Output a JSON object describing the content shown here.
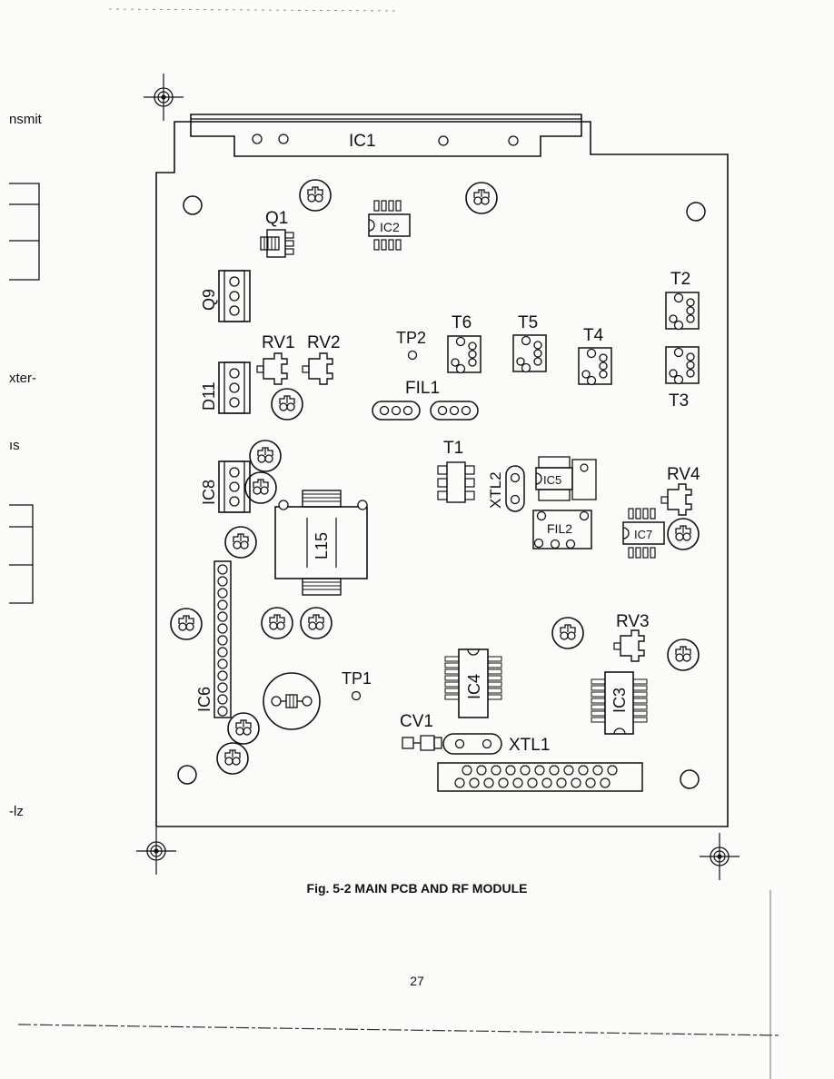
{
  "margin_fragments": [
    "nsmit",
    "xter-",
    "ıs",
    "-lz"
  ],
  "board": {
    "components": {
      "IC1": "IC1",
      "IC2": "IC2",
      "IC3": "IC3",
      "IC4": "IC4",
      "IC5": "IC5",
      "IC6": "IC6",
      "IC7": "IC7",
      "IC8": "IC8",
      "Q1": "Q1",
      "Q9": "Q9",
      "D11": "D11",
      "RV1": "RV1",
      "RV2": "RV2",
      "RV3": "RV3",
      "RV4": "RV4",
      "TP1": "TP1",
      "TP2": "TP2",
      "T1": "T1",
      "T2": "T2",
      "T3": "T3",
      "T4": "T4",
      "T5": "T5",
      "T6": "T6",
      "FIL1": "FIL1",
      "FIL2": "FIL2",
      "XTL1": "XTL1",
      "XTL2": "XTL2",
      "CV1": "CV1",
      "L15": "L15"
    }
  },
  "caption": "Fig. 5-2 MAIN PCB AND RF MODULE",
  "page_number": "27"
}
